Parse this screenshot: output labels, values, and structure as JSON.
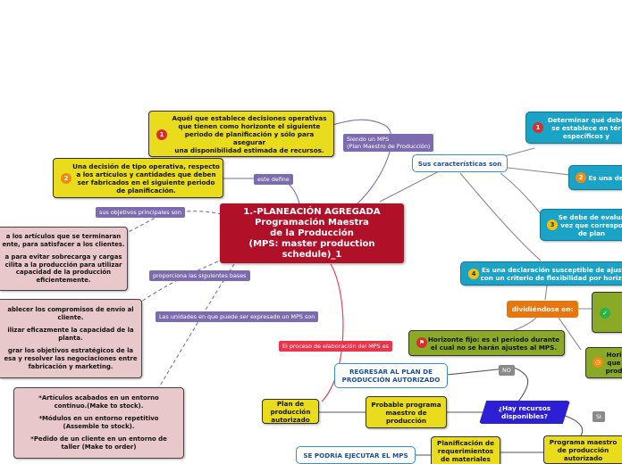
{
  "central": {
    "lines": [
      "1.-PLANEACIÓN AGREGADA",
      "Programación Maestra",
      "de la Producción",
      "(MPS: master production",
      "schedule)_1"
    ]
  },
  "links": {
    "siendo_un_mps": [
      "Siendo un MPS",
      "(Plan Maestro de Producción)"
    ],
    "este_define": "este define",
    "sus_objetivos": "sus objetivos principales son",
    "proporciona": "proporciona las siguientes bases",
    "unidades": "Las unidades en que puede ser expresado un MPS son",
    "proceso": "El proceso de elaboración del MPS es",
    "no": "NO",
    "si": "SI"
  },
  "nodes": {
    "decisiones_opt": {
      "icon": "1",
      "lines": [
        "Aquél que establece decisiones operativas",
        "que tienen como horizonte el siguiente",
        "periodo de planificación y sólo para",
        "asegurar",
        "una disponibilidad estimada de recursos."
      ]
    },
    "decision_tipo": {
      "icon": "2",
      "lines": [
        "Una decisión de tipo operativa, respecto",
        "a los artículos y cantidades que deben",
        "ser fabricados en el siguiente periodo",
        "de planificación."
      ]
    },
    "objetivos": {
      "lines": [
        "a los artículos que se terminaran",
        "ente, para satisfacer a los clientes.",
        "",
        "a para evitar sobrecarga y cargas",
        "cilita a la producción  para utilizar",
        "capacidad de la producción",
        "eficientemente."
      ]
    },
    "bases": {
      "lines": [
        "ablecer los compromisos de envío al",
        "cliente.",
        "",
        "ilizar eficazmente la capacidad de la",
        "planta.",
        "",
        "grar los objetivos estratégicos de la",
        "esa y resolver las negociaciones entre",
        "fabricación y marketing."
      ]
    },
    "unidades": {
      "lines": [
        "*Artículos acabados en un entorno",
        "continuo.(Make to stock).",
        "",
        "*Módulos en un entorno repetitivo",
        "(Assemble to stock).",
        "",
        "*Pedido de un cliente en un entorno de",
        "taller (Make to order)"
      ]
    },
    "caracteristicas": "Sus características son",
    "determinar": {
      "icon": "1",
      "lines": [
        "Determinar qué debe",
        "se establece en tér",
        "específicos y"
      ]
    },
    "es_una": {
      "icon": "2",
      "lines": [
        "Es una de"
      ]
    },
    "evaluar": {
      "icon": "3",
      "lines": [
        "Se debe de evalua",
        "vez que correspo",
        "de plan"
      ]
    },
    "declaracion": {
      "icon": "4",
      "lines": [
        "Es una declaración susceptible de ajust",
        "con un criterio de flexibilidad por horizo"
      ]
    },
    "dividiendose": "dividiéndose en:",
    "horizonte_fijo": {
      "lines": [
        "Horizonte fijo: es el periodo durante",
        "el cual no se harán ajustes al MPS."
      ]
    },
    "hori": {
      "lines": [
        "Hori",
        "que",
        "prod"
      ]
    },
    "plan_prod": {
      "lines": [
        "Plan de producción",
        "autorizado"
      ]
    },
    "probable": {
      "lines": [
        "Probable programa",
        "maestro de",
        "producción"
      ]
    },
    "hay_recursos": {
      "lines": [
        "¿Hay recursos",
        "disponibles?"
      ]
    },
    "regresar": {
      "lines": [
        "REGRESAR AL PLAN DE",
        "PRODUCCIÓN AUTORIZADO"
      ]
    },
    "programa_maestro": {
      "lines": [
        "Programa maestro",
        "de producción",
        "autorizado"
      ]
    },
    "planificacion": {
      "lines": [
        "Planificación de",
        "requerimientos",
        "de materiales"
      ]
    },
    "se_podria": "SE PODRÍA EJECUTAR EL MPS"
  },
  "colors": {
    "central": "#b11029",
    "yellow": "#e8dc1d",
    "pink": "#e8c8cb",
    "teal": "#1aa3c6",
    "green": "#8aaa27",
    "orange": "#e8760f",
    "blue_diamond": "#2c1fd4",
    "label_purple": "#7d6bb0",
    "label_red": "#e8354b",
    "label_gray": "#8a8a8a"
  }
}
